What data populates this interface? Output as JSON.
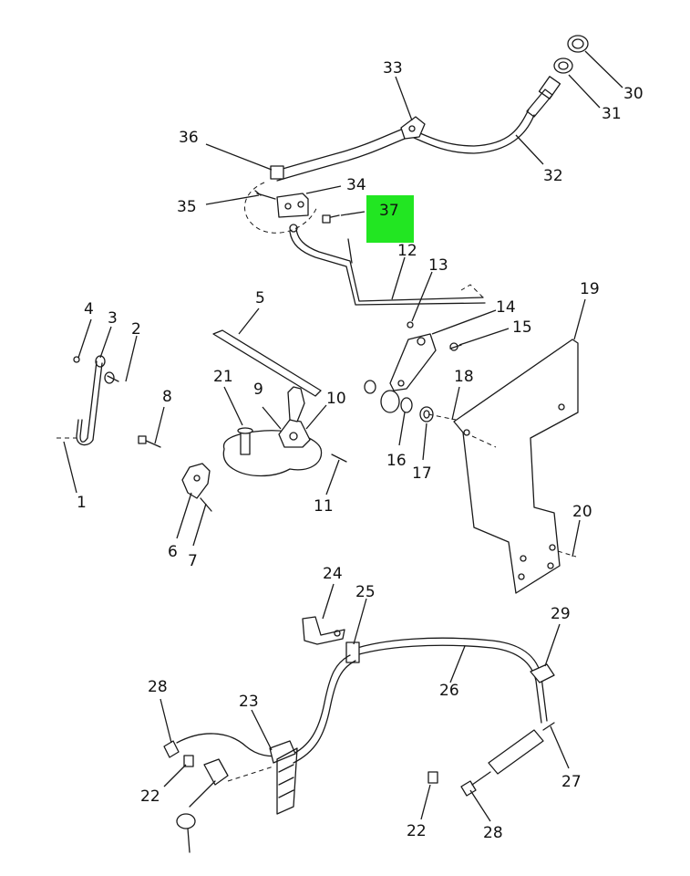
{
  "highlight_color": "#22e622",
  "highlighted_callout": "37",
  "callouts": [
    "1",
    "2",
    "3",
    "4",
    "5",
    "6",
    "7",
    "8",
    "9",
    "10",
    "11",
    "12",
    "13",
    "14",
    "15",
    "16",
    "17",
    "18",
    "19",
    "20",
    "21",
    "22",
    "22",
    "23",
    "24",
    "25",
    "26",
    "27",
    "28",
    "28",
    "29",
    "30",
    "31",
    "32",
    "33",
    "34",
    "35",
    "36",
    "37"
  ]
}
